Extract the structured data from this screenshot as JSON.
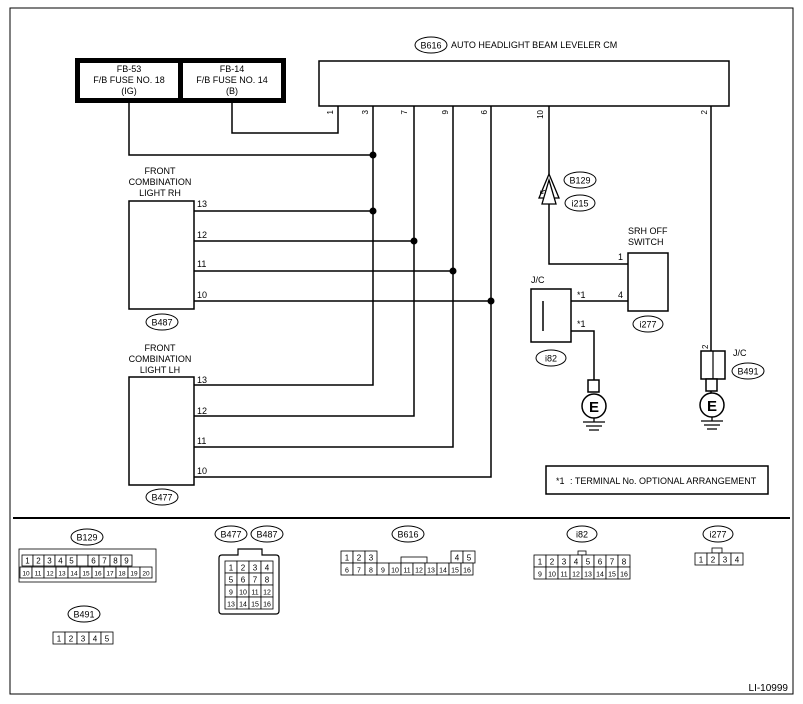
{
  "fuses": [
    {
      "code": "FB-53",
      "name": "F/B FUSE NO. 18",
      "sub": "(IG)"
    },
    {
      "code": "FB-14",
      "name": "F/B FUSE NO. 14",
      "sub": "(B)"
    }
  ],
  "module": {
    "connector": "B616",
    "name": "AUTO HEADLIGHT BEAM LEVELER CM",
    "pins": [
      "1",
      "3",
      "7",
      "9",
      "6",
      "10",
      "2"
    ]
  },
  "light_rh": {
    "line1": "FRONT",
    "line2": "COMBINATION",
    "line3": "LIGHT RH",
    "connector": "B487",
    "pins": [
      "13",
      "12",
      "11",
      "10"
    ]
  },
  "light_lh": {
    "line1": "FRONT",
    "line2": "COMBINATION",
    "line3": "LIGHT LH",
    "connector": "B477",
    "pins": [
      "13",
      "12",
      "11",
      "10"
    ]
  },
  "inline_connector": {
    "top": "B129",
    "bottom": "i215",
    "pin": "5"
  },
  "switch": {
    "line1": "SRH OFF",
    "line2": "SWITCH",
    "connector": "i277",
    "pins": [
      "1",
      "4"
    ]
  },
  "jc1": {
    "label": "J/C",
    "connector": "i82",
    "pin_label": "*1"
  },
  "jc2": {
    "label": "J/C",
    "connector": "B491",
    "pin": "2"
  },
  "ground_symbol": "E",
  "note": {
    "star": "*1",
    "text": ": TERMINAL No. OPTIONAL ARRANGEMENT"
  },
  "connector_views": {
    "b129": {
      "label": "B129",
      "row1": [
        "1",
        "2",
        "3",
        "4",
        "5",
        "",
        "6",
        "7",
        "8",
        "9"
      ],
      "row2": [
        "10",
        "11",
        "12",
        "13",
        "14",
        "15",
        "16",
        "17",
        "18",
        "19",
        "20"
      ]
    },
    "b477": {
      "label": "B477"
    },
    "b487": {
      "label": "B487",
      "rows": [
        [
          "1",
          "2",
          "3",
          "4"
        ],
        [
          "5",
          "6",
          "7",
          "8"
        ],
        [
          "9",
          "10",
          "11",
          "12"
        ],
        [
          "13",
          "14",
          "15",
          "16"
        ]
      ]
    },
    "b616": {
      "label": "B616",
      "row1": [
        "1",
        "2",
        "3",
        "4",
        "5"
      ],
      "row2": [
        "6",
        "7",
        "8",
        "9",
        "10",
        "11",
        "12",
        "13",
        "14",
        "15",
        "16"
      ]
    },
    "i82": {
      "label": "i82",
      "row1": [
        "1",
        "2",
        "3",
        "4",
        "5",
        "6",
        "7",
        "8"
      ],
      "row2": [
        "9",
        "10",
        "11",
        "12",
        "13",
        "14",
        "15",
        "16"
      ]
    },
    "i277": {
      "label": "i277",
      "row1": [
        "1",
        "2",
        "3",
        "4"
      ]
    },
    "b491": {
      "label": "B491",
      "row1": [
        "1",
        "2",
        "3",
        "4",
        "5"
      ]
    }
  },
  "ref": "LI-10999"
}
